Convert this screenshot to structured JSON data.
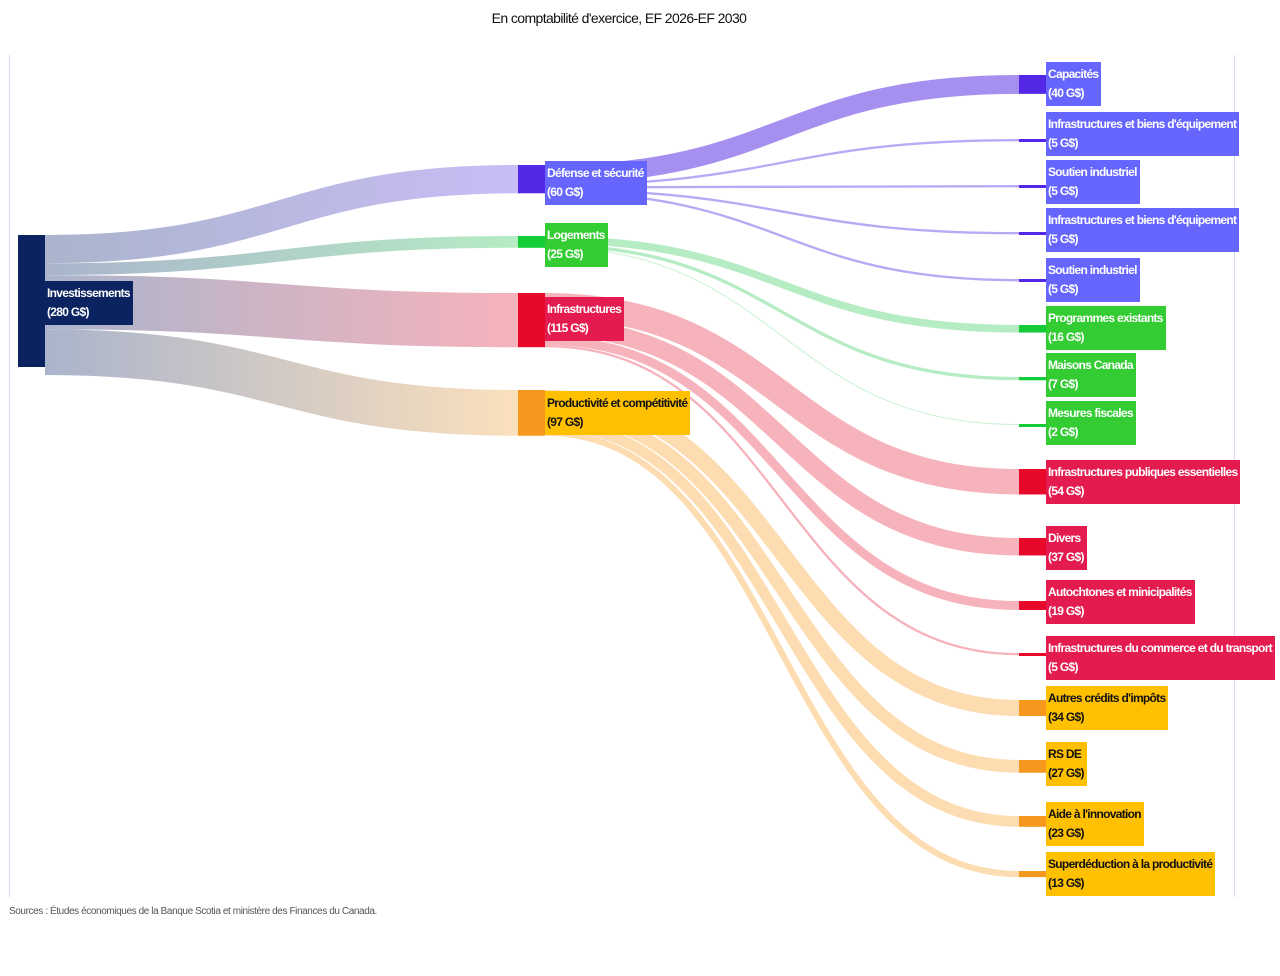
{
  "title": "En comptabilité d'exercice,  EF 2026-EF 2030",
  "source_note": "Sources : Études économiques de la Banque Scotia et ministère des Finances du Canada.",
  "chart_data": {
    "type": "sankey",
    "unit": "G$",
    "nodes": [
      {
        "id": "inv",
        "label": "Investissements",
        "value_label": "(280 G$)",
        "value": 280,
        "color": "#0b2461",
        "box": "#0b2461"
      },
      {
        "id": "def",
        "label": "Défense et sécurité",
        "value_label": "(60 G$)",
        "value": 60,
        "color": "#5426e6",
        "box": "#6666ff"
      },
      {
        "id": "log",
        "label": "Logements",
        "value_label": "(25 G$)",
        "value": 25,
        "color": "#14cc38",
        "box": "#33cc33"
      },
      {
        "id": "inf",
        "label": "Infrastructures",
        "value_label": "(115 G$)",
        "value": 115,
        "color": "#e8092a",
        "box": "#e31b4f"
      },
      {
        "id": "pro",
        "label": "Productivité et compétitivité",
        "value_label": "(97 G$)",
        "value": 97,
        "color": "#f7981e",
        "box": "#ffc000"
      },
      {
        "id": "cap",
        "label": "Capacités",
        "value_label": "(40 G$)",
        "value": 40,
        "color": "#5426e6",
        "box": "#6666ff"
      },
      {
        "id": "ibe1",
        "label": "Infrastructures et biens d'équipement",
        "value_label": "(5 G$)",
        "value": 5,
        "color": "#5426e6",
        "box": "#6666ff"
      },
      {
        "id": "si1",
        "label": "Soutien industriel",
        "value_label": "(5 G$)",
        "value": 5,
        "color": "#5426e6",
        "box": "#6666ff"
      },
      {
        "id": "ibe2",
        "label": "Infrastructures et biens d'équipement",
        "value_label": "(5 G$)",
        "value": 5,
        "color": "#5426e6",
        "box": "#6666ff"
      },
      {
        "id": "si2",
        "label": "Soutien industriel",
        "value_label": "(5 G$)",
        "value": 5,
        "color": "#5426e6",
        "box": "#6666ff"
      },
      {
        "id": "pe",
        "label": "Programmes existants",
        "value_label": "(16 G$)",
        "value": 16,
        "color": "#14cc38",
        "box": "#33cc33"
      },
      {
        "id": "mc",
        "label": "Maisons Canada",
        "value_label": " (7 G$)",
        "value": 7,
        "color": "#14cc38",
        "box": "#33cc33"
      },
      {
        "id": "mf",
        "label": "Mesures fiscales",
        "value_label": "(2 G$)",
        "value": 2,
        "color": "#14cc38",
        "box": "#33cc33"
      },
      {
        "id": "ipe",
        "label": "Infrastructures publiques essentielles",
        "value_label": "(54 G$)",
        "value": 54,
        "color": "#e8092a",
        "box": "#e31b4f"
      },
      {
        "id": "div",
        "label": "Divers",
        "value_label": "(37 G$)",
        "value": 37,
        "color": "#e8092a",
        "box": "#e31b4f"
      },
      {
        "id": "aut",
        "label": "Autochtones et minicipalités",
        "value_label": "(19 G$)",
        "value": 19,
        "color": "#e8092a",
        "box": "#e31b4f"
      },
      {
        "id": "ict",
        "label": "Infrastructures du commerce et du transport",
        "value_label": "(5 G$)",
        "value": 5,
        "color": "#e8092a",
        "box": "#e31b4f"
      },
      {
        "id": "aci",
        "label": "Autres crédits d'impôts",
        "value_label": "(34 G$)",
        "value": 34,
        "color": "#f7981e",
        "box": "#ffc000"
      },
      {
        "id": "rsde",
        "label": "RS DE",
        "value_label": "(27 G$)",
        "value": 27,
        "color": "#f7981e",
        "box": "#ffc000"
      },
      {
        "id": "aide",
        "label": "Aide à l'innovation",
        "value_label": "(23 G$)",
        "value": 23,
        "color": "#f7981e",
        "box": "#ffc000"
      },
      {
        "id": "sup",
        "label": "Superdéduction à la productivité",
        "value_label": "(13 G$)",
        "value": 13,
        "color": "#f7981e",
        "box": "#ffc000"
      }
    ],
    "links": [
      {
        "from": "inv",
        "to": "def",
        "value": 60,
        "color": "#c8bdf5"
      },
      {
        "from": "inv",
        "to": "log",
        "value": 25,
        "color": "#b5ecc4"
      },
      {
        "from": "inv",
        "to": "inf",
        "value": 115,
        "color": "#f6b3bc"
      },
      {
        "from": "inv",
        "to": "pro",
        "value": 97,
        "color": "#fbe0bc"
      },
      {
        "from": "def",
        "to": "cap",
        "value": 40,
        "color": "#a590ef"
      },
      {
        "from": "def",
        "to": "ibe1",
        "value": 5,
        "color": "#b8a9f4"
      },
      {
        "from": "def",
        "to": "si1",
        "value": 5,
        "color": "#b8a9f4"
      },
      {
        "from": "def",
        "to": "ibe2",
        "value": 5,
        "color": "#b8a9f4"
      },
      {
        "from": "def",
        "to": "si2",
        "value": 5,
        "color": "#b8a9f4"
      },
      {
        "from": "log",
        "to": "pe",
        "value": 16,
        "color": "#b5ecc4"
      },
      {
        "from": "log",
        "to": "mc",
        "value": 7,
        "color": "#b5ecc4"
      },
      {
        "from": "log",
        "to": "mf",
        "value": 2,
        "color": "#c8f2d2"
      },
      {
        "from": "inf",
        "to": "ipe",
        "value": 54,
        "color": "#f6b3bc"
      },
      {
        "from": "inf",
        "to": "div",
        "value": 37,
        "color": "#f6b3bc"
      },
      {
        "from": "inf",
        "to": "aut",
        "value": 19,
        "color": "#f6b3bc"
      },
      {
        "from": "inf",
        "to": "ict",
        "value": 5,
        "color": "#f6b3bc"
      },
      {
        "from": "pro",
        "to": "aci",
        "value": 34,
        "color": "#fcdcb0"
      },
      {
        "from": "pro",
        "to": "rsde",
        "value": 27,
        "color": "#fcdcb0"
      },
      {
        "from": "pro",
        "to": "aide",
        "value": 23,
        "color": "#fcdcb0"
      },
      {
        "from": "pro",
        "to": "sup",
        "value": 13,
        "color": "#fcdcb0"
      }
    ]
  }
}
